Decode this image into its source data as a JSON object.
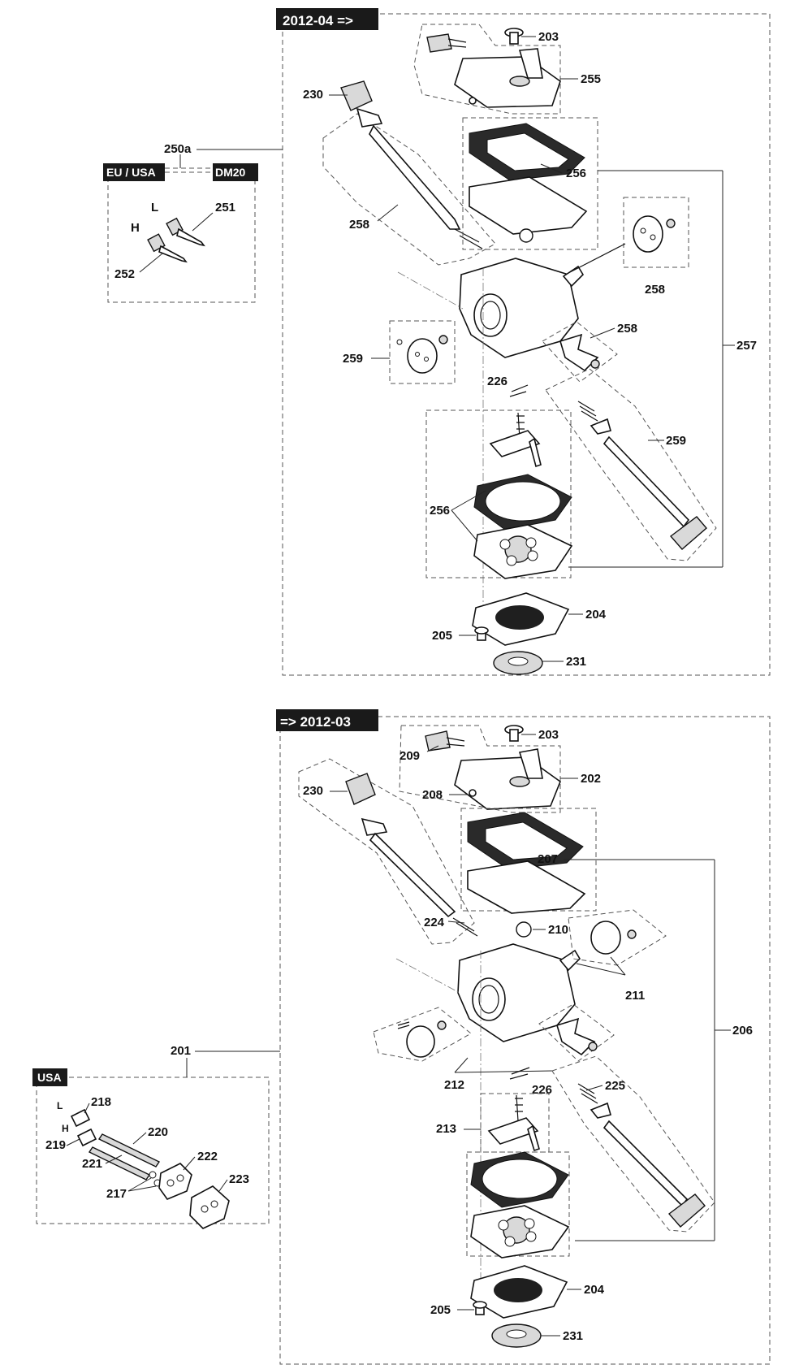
{
  "sections": {
    "new": {
      "tag": "2012-04 =>"
    },
    "old": {
      "tag": "=> 2012-03"
    }
  },
  "variant_tags": {
    "eu_usa": "EU / USA",
    "dm20": "DM20",
    "usa": "USA"
  },
  "letters": {
    "l": "L",
    "h": "H"
  },
  "labels": {
    "p203a": "203",
    "p255": "255",
    "p230a": "230",
    "p250a": "250a",
    "p251": "251",
    "p252": "252",
    "p256a": "256",
    "p258a": "258",
    "p258b": "258",
    "p258c": "258",
    "p257": "257",
    "p259a": "259",
    "p226a": "226",
    "p259b": "259",
    "p256b": "256",
    "p204a": "204",
    "p205a": "205",
    "p231a": "231",
    "p203b": "203",
    "p209": "209",
    "p202": "202",
    "p208": "208",
    "p230b": "230",
    "p207": "207",
    "p224": "224",
    "p210": "210",
    "p211": "211",
    "p206": "206",
    "p201": "201",
    "p218": "218",
    "p219": "219",
    "p220": "220",
    "p221": "221",
    "p222": "222",
    "p217": "217",
    "p223": "223",
    "p212": "212",
    "p226b": "226",
    "p225": "225",
    "p213": "213",
    "p204b": "204",
    "p205b": "205",
    "p231b": "231"
  }
}
